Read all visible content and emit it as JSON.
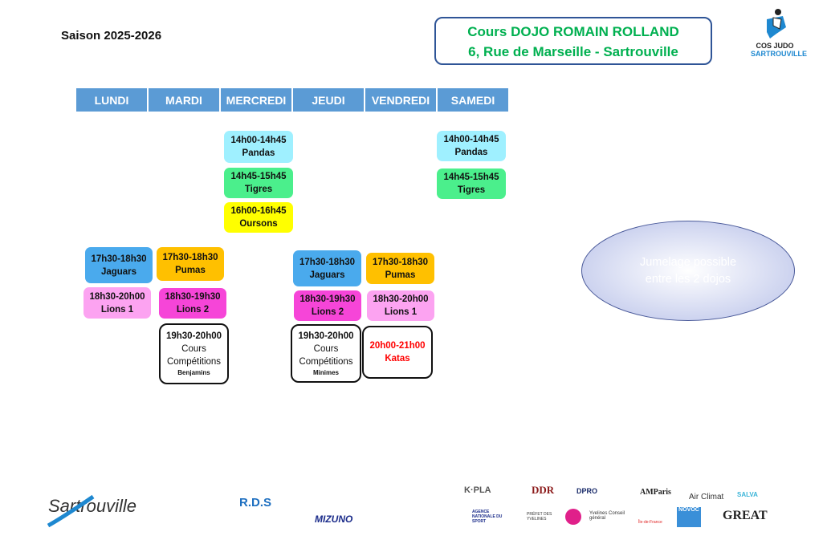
{
  "season": "Saison 2025-2026",
  "title": {
    "line1": "Cours DOJO ROMAIN ROLLAND",
    "line2": "6, Rue de Marseille - Sartrouville"
  },
  "club_logo": {
    "line1": "COS JUDO",
    "line2": "SARTROUVILLE"
  },
  "days": [
    "LUNDI",
    "MARDI",
    "MERCREDI",
    "JEUDI",
    "VENDREDI",
    "SAMEDI"
  ],
  "classes": {
    "mer_pandas": {
      "time": "14h00-14h45",
      "name": "Pandas"
    },
    "mer_tigres": {
      "time": "14h45-15h45",
      "name": "Tigres"
    },
    "mer_oursons": {
      "time": "16h00-16h45",
      "name": "Oursons"
    },
    "sam_pandas": {
      "time": "14h00-14h45",
      "name": "Pandas"
    },
    "sam_tigres": {
      "time": "14h45-15h45",
      "name": "Tigres"
    },
    "lun_jaguars": {
      "time": "17h30-18h30",
      "name": "Jaguars"
    },
    "lun_lions1": {
      "time": "18h30-20h00",
      "name": "Lions 1"
    },
    "mar_pumas": {
      "time": "17h30-18h30",
      "name": "Pumas"
    },
    "mar_lions2": {
      "time": "18h30-19h30",
      "name": "Lions 2"
    },
    "mar_comp": {
      "time": "19h30-20h00",
      "l1": "Cours",
      "l2": "Compétitions",
      "sub": "Benjamins"
    },
    "jeu_jaguars": {
      "time": "17h30-18h30",
      "name": "Jaguars"
    },
    "jeu_lions2": {
      "time": "18h30-19h30",
      "name": "Lions 2"
    },
    "jeu_comp": {
      "time": "19h30-20h00",
      "l1": "Cours",
      "l2": "Compétitions",
      "sub": "Minimes"
    },
    "ven_pumas": {
      "time": "17h30-18h30",
      "name": "Pumas"
    },
    "ven_lions1": {
      "time": "18h30-20h00",
      "name": "Lions 1"
    },
    "ven_katas": {
      "time": "20h00-21h00",
      "name": "Katas"
    }
  },
  "note": {
    "line1": "Jumelage possible",
    "line2": "entre les 2 dojos"
  },
  "sponsors": {
    "sartrouville": "Sartrouville",
    "rds": "R.D.S",
    "mizuno": "MIZUNO",
    "kpla": "K·PLA",
    "ddr": "DDR",
    "dpro": "DPRO",
    "amparis": "AMParis",
    "airclimat": "Air Climat",
    "salva": "SALVA",
    "ans": "AGENCE NATIONALE DU SPORT",
    "prefet": "PRÉFET DES YVELINES",
    "yvelines": "Yvelines Conseil général",
    "idf": "Île-de-France",
    "novoc": "NOVOC",
    "great": "GREAT"
  },
  "colors": {
    "header": "#5b9bd5",
    "title": "#00b050",
    "cyan": "#9ff0ff",
    "green": "#4bef8c",
    "yellow": "#ffff00",
    "blue": "#4aaaed",
    "pink": "#fca3f1",
    "magenta": "#f645d8",
    "orange": "#ffc000",
    "red": "#ff0000"
  }
}
